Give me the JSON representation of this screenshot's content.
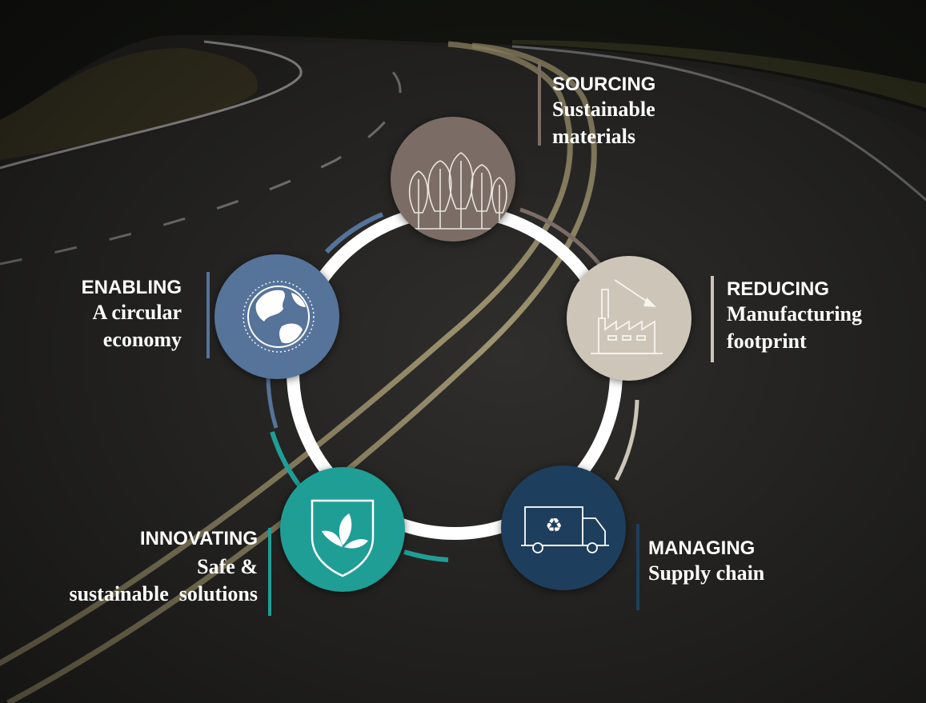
{
  "stages": [
    {
      "key": "sourcing",
      "heading": "SOURCING",
      "line1": "Sustainable",
      "line2": "materials",
      "color": "#7b6d65",
      "icon": "forest-icon"
    },
    {
      "key": "reducing",
      "heading": "REDUCING",
      "line1": "Manufacturing",
      "line2": "footprint",
      "color": "#cdc6b8",
      "icon": "factory-icon"
    },
    {
      "key": "managing",
      "heading": "MANAGING",
      "line1": "Supply chain",
      "line2": "",
      "color": "#1e3e5d",
      "icon": "recycling-truck-icon"
    },
    {
      "key": "innovating",
      "heading": "INNOVATING",
      "line1": "Safe &",
      "line2": "sustainable  solutions",
      "color": "#1f9e96",
      "icon": "leaf-shield-icon"
    },
    {
      "key": "enabling",
      "heading": "ENABLING",
      "line1": "A circular",
      "line2": "economy",
      "color": "#56739a",
      "icon": "globe-icon"
    }
  ]
}
